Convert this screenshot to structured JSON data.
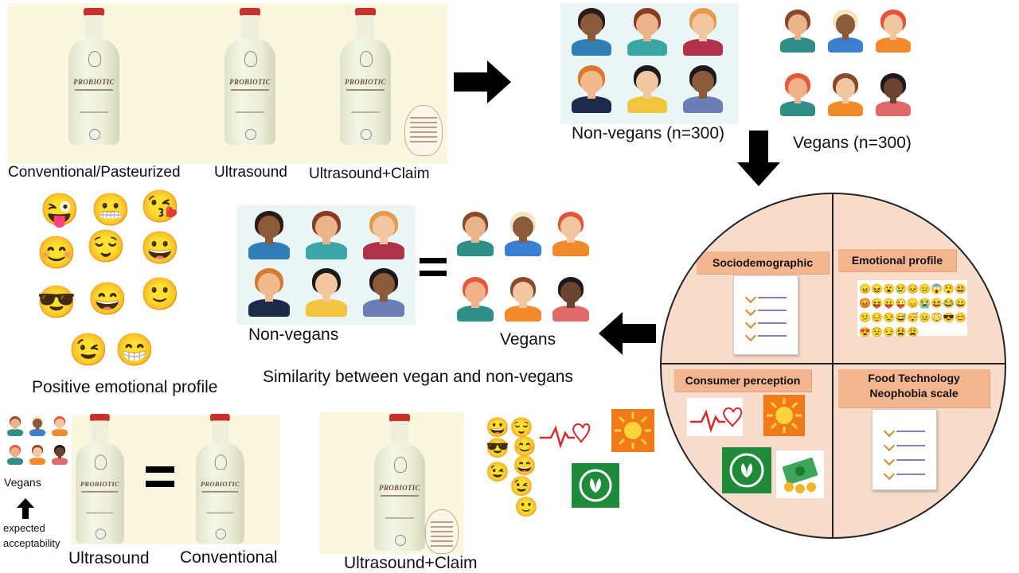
{
  "top_panel": {
    "labels": [
      "Conventional/Pasteurized",
      "Ultrasound",
      "Ultrasound+Claim"
    ],
    "bottle_text": "PROBIOTIC"
  },
  "groups": {
    "non_vegans_n": "Non-vegans (n=300)",
    "vegans_n": "Vegans (n=300)",
    "non_vegans": "Non-vegans",
    "vegans": "Vegans",
    "equals_symbol": "="
  },
  "emotions": {
    "caption": "Positive emotional profile",
    "emoji": [
      "😜",
      "😬",
      "😘",
      "😊",
      "😌",
      "😀",
      "😎",
      "😄",
      "🙂",
      "😉",
      "😁"
    ]
  },
  "similarity": {
    "caption": "Similarity between vegan and non-vegans"
  },
  "circle": {
    "quadrants": [
      "Sociodemographic",
      "Emotional profile",
      "Consumer perception",
      "Food Technology Neophobia scale"
    ],
    "emoji_grid": [
      "😠",
      "😖",
      "😮",
      "😢",
      "😣",
      "😑",
      "😱",
      "😲",
      "😃",
      "😡",
      "😝",
      "😛",
      "😜",
      "😞",
      "😭",
      "😆",
      "😂",
      "😀",
      "😕",
      "😔",
      "😒",
      "😅",
      "😴",
      "😐",
      "😳",
      "😎",
      "😊",
      "😍",
      "😟",
      "😏",
      "😫",
      "😩"
    ]
  },
  "bottom_panel": {
    "labels": [
      "Ultrasound",
      "Conventional",
      "Ultrasound+Claim"
    ],
    "vegans_label": "Vegans",
    "expected_label_line1": "expected",
    "expected_label_line2": "acceptability",
    "emoji": [
      "😀",
      "😌",
      "😎",
      "😊",
      "😉",
      "😄",
      "😉",
      "🙂"
    ]
  },
  "colors": {
    "panel_cream": "#fbf7df",
    "panel_blue": "#eaf6f6",
    "circle_fill": "#f8dccb",
    "quadrant_label": "#f3b58f",
    "arrow": "#000000"
  }
}
